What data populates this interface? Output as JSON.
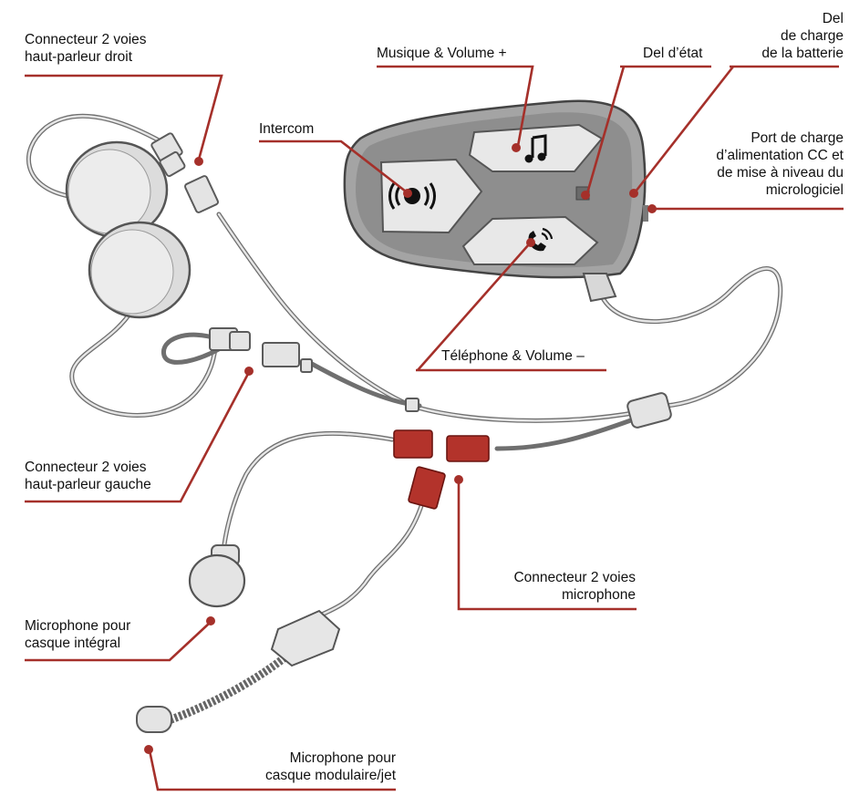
{
  "labels": {
    "speaker_right": [
      "Connecteur 2 voies",
      "haut-parleur droit"
    ],
    "music_volume": "Musique & Volume +",
    "status_led": "Del d’état",
    "charge_led": [
      "Del",
      "de charge",
      "de la batterie"
    ],
    "intercom": "Intercom",
    "charge_port": [
      "Port de charge",
      "d’alimentation CC et",
      "de mise à niveau du",
      "micrologiciel"
    ],
    "phone_volume": "Téléphone & Volume –",
    "speaker_left": [
      "Connecteur 2 voies",
      "haut-parleur gauche"
    ],
    "mic_connector": [
      "Connecteur 2 voies",
      "microphone"
    ],
    "mic_fullface": [
      "Microphone pour",
      "casque intégral"
    ],
    "mic_modular": [
      "Microphone pour",
      "casque modulaire/jet"
    ]
  },
  "colors": {
    "leader": "#a5302a",
    "connector_red": "#b3332b",
    "device_body": "#9a9a9a"
  },
  "icons": [
    "intercom-icon",
    "music-note-icon",
    "phone-volume-icon"
  ]
}
